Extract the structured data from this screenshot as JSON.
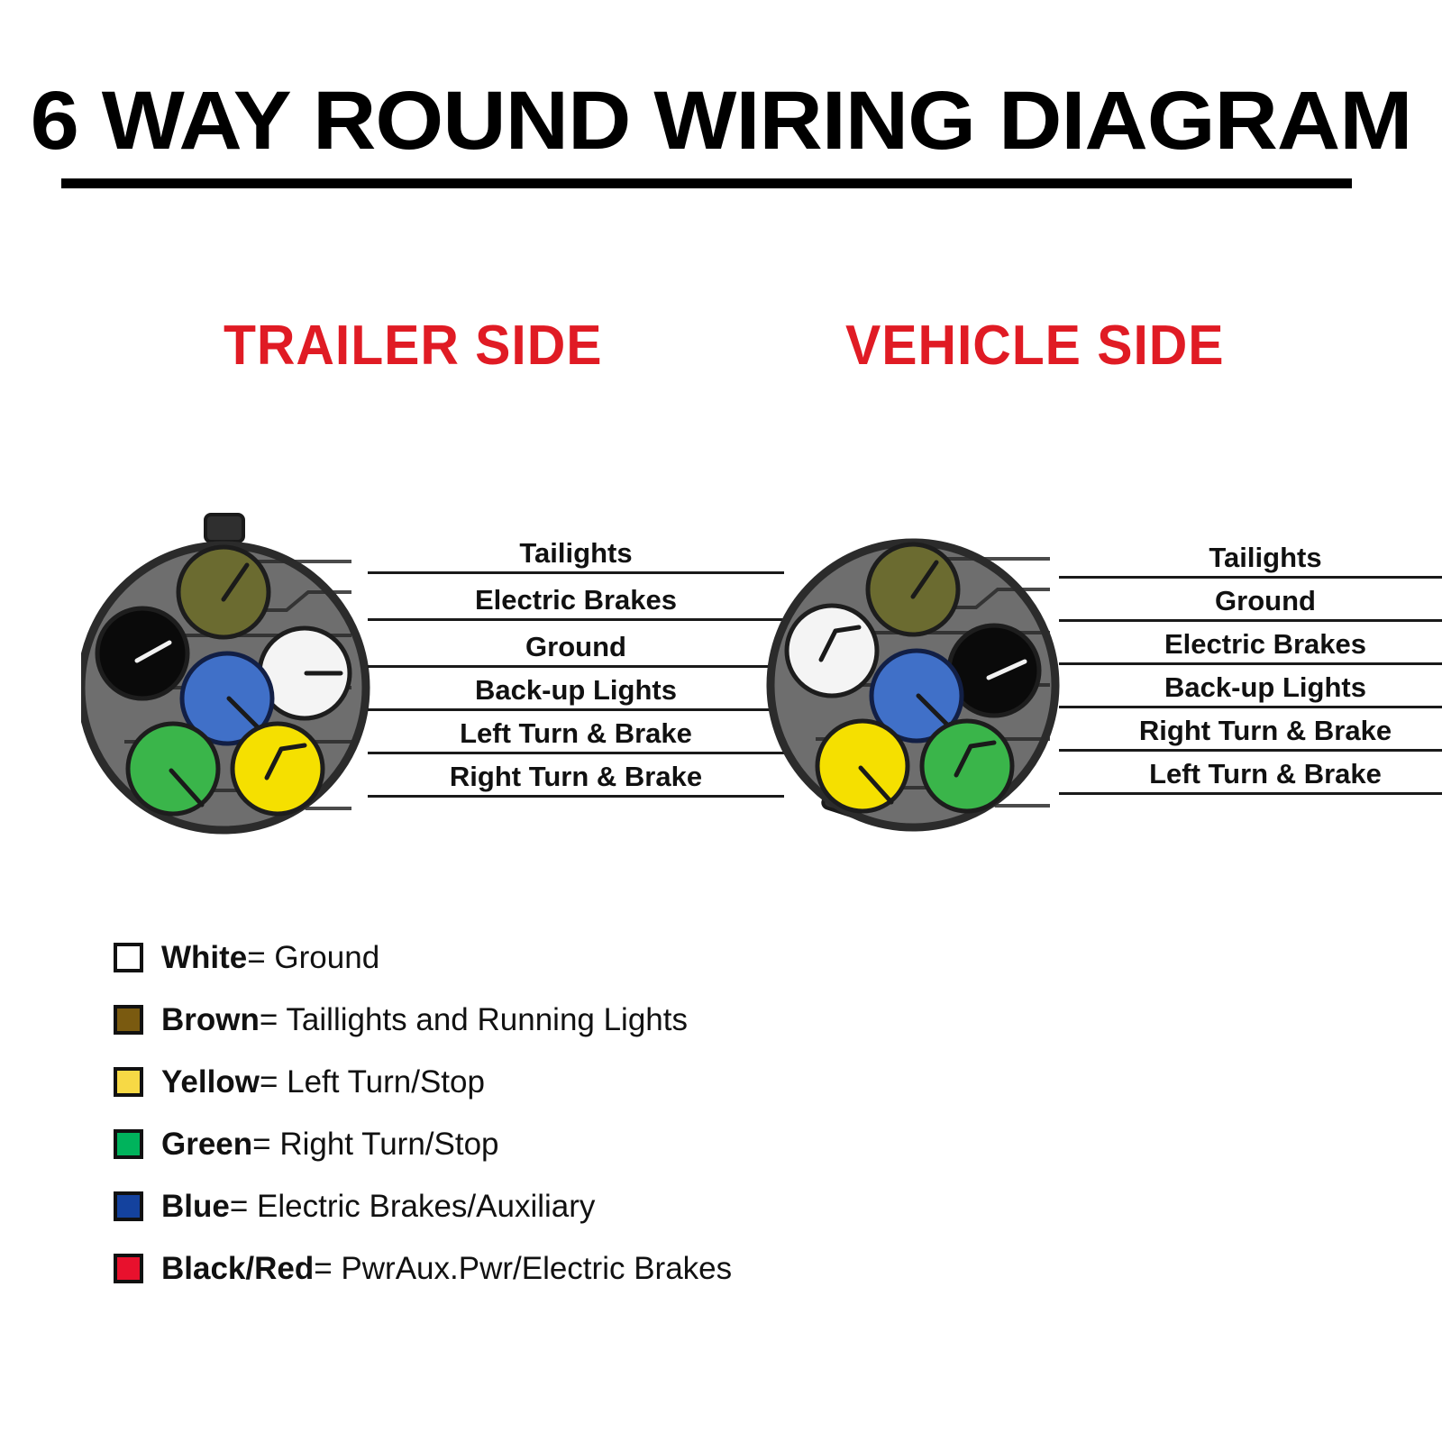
{
  "title": "6 WAY ROUND WIRING DIAGRAM",
  "sides": {
    "trailer": {
      "heading": "TRAILER SIDE",
      "labels": [
        "Tailights",
        "Electric Brakes",
        "Ground",
        "Back-up Lights",
        "Left Turn & Brake",
        "Right Turn & Brake"
      ],
      "pins": [
        {
          "name": "brown-pin",
          "position": "top-center",
          "color": "#6b6b30"
        },
        {
          "name": "black-pin",
          "position": "middle-left",
          "color": "#0a0a0a"
        },
        {
          "name": "white-pin",
          "position": "middle-right",
          "color": "#f4f4f4"
        },
        {
          "name": "blue-pin",
          "position": "center",
          "color": "#4070c8"
        },
        {
          "name": "green-pin",
          "position": "bottom-left",
          "color": "#3ab54a"
        },
        {
          "name": "yellow-pin",
          "position": "bottom-right",
          "color": "#f5e000"
        }
      ],
      "tab_position": "top"
    },
    "vehicle": {
      "heading": "VEHICLE SIDE",
      "labels": [
        "Tailights",
        "Ground",
        "Electric Brakes",
        "Back-up Lights",
        "Right Turn & Brake",
        "Left Turn & Brake"
      ],
      "pins": [
        {
          "name": "brown-pin",
          "position": "top-center",
          "color": "#6b6b30"
        },
        {
          "name": "white-pin",
          "position": "middle-left",
          "color": "#f4f4f4"
        },
        {
          "name": "black-pin",
          "position": "middle-right",
          "color": "#0a0a0a"
        },
        {
          "name": "blue-pin",
          "position": "center",
          "color": "#4070c8"
        },
        {
          "name": "yellow-pin",
          "position": "bottom-left",
          "color": "#f5e000"
        },
        {
          "name": "green-pin",
          "position": "bottom-right",
          "color": "#3ab54a"
        }
      ],
      "tab_position": "bottom-left"
    }
  },
  "legend": [
    {
      "swatch": "#ffffff",
      "name": "White",
      "desc": "= Ground"
    },
    {
      "swatch": "#7a5a10",
      "name": "Brown",
      "desc": "= Taillights and Running Lights"
    },
    {
      "swatch": "#f7d945",
      "name": "Yellow",
      "desc": "= Left Turn/Stop"
    },
    {
      "swatch": "#00b35c",
      "name": "Green",
      "desc": "= Right Turn/Stop"
    },
    {
      "swatch": "#14429e",
      "name": "Blue",
      "desc": "= Electric Brakes/Auxiliary"
    },
    {
      "swatch": "#e8112d",
      "name": "Black/Red",
      "desc": "= PwrAux.Pwr/Electric Brakes"
    }
  ],
  "colors": {
    "heading_red": "#E01B24",
    "connector_body": "#6e6e6e",
    "connector_outline": "#2b2b2b",
    "text": "#111111"
  }
}
